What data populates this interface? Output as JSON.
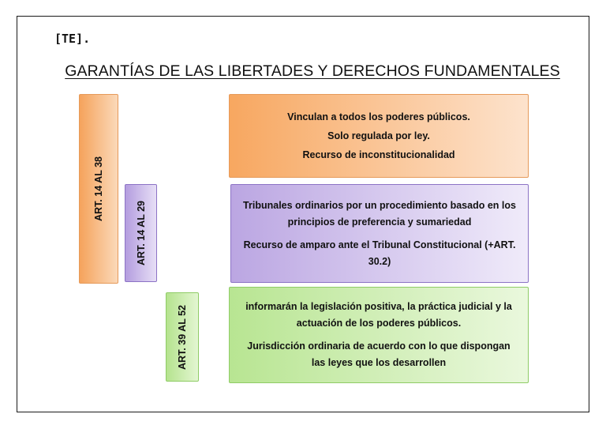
{
  "logo": {
    "text": "[TE]."
  },
  "title": "GARANTÍAS DE LAS LIBERTADES Y DERECHOS FUNDAMENTALES",
  "bars": [
    {
      "label": "ART. 14 AL 38",
      "color": "#f5a35c"
    },
    {
      "label": "ART. 14 AL 29",
      "color": "#b49ddf"
    },
    {
      "label": "ART. 39 AL 52",
      "color": "#b5e38e"
    }
  ],
  "boxes": [
    {
      "color": "#f7a760",
      "lines": [
        "Vinculan a todos los poderes públicos.",
        "Solo regulada por ley.",
        "Recurso de inconstitucionalidad"
      ]
    },
    {
      "color": "#bba6e2",
      "lines": [
        "Tribunales ordinarios por un procedimiento basado en los principios de preferencia y sumariedad",
        "Recurso de amparo ante el Tribunal Constitucional (+ART. 30.2)"
      ]
    },
    {
      "color": "#b8e592",
      "lines": [
        "informarán la legislación positiva, la práctica judicial y la actuación de los poderes públicos.",
        "Jurisdicción ordinaria de acuerdo con lo que dispongan las leyes que los desarrollen"
      ]
    }
  ]
}
